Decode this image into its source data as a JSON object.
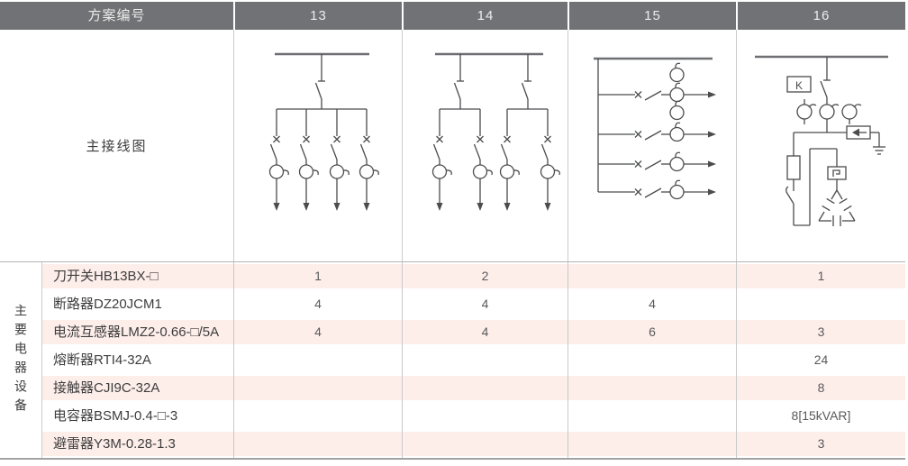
{
  "header": {
    "scheme_label": "方案编号",
    "schemes": [
      "13",
      "14",
      "15",
      "16"
    ]
  },
  "diagram": {
    "row_label": "主接线图",
    "scheme16_k_label": "K"
  },
  "equipment": {
    "group_label": "主要电器设备",
    "rows": [
      {
        "name": "刀开关HB13BX-□",
        "q": {
          "s13": "1",
          "s14": "2",
          "s15": "",
          "s16": "1"
        }
      },
      {
        "name": "断路器DZ20JCM1",
        "q": {
          "s13": "4",
          "s14": "4",
          "s15": "4",
          "s16": ""
        }
      },
      {
        "name": "电流互感器LMZ2-0.66-□/5A",
        "q": {
          "s13": "4",
          "s14": "4",
          "s15": "6",
          "s16": "3"
        }
      },
      {
        "name": "熔断器RTI4-32A",
        "q": {
          "s13": "",
          "s14": "",
          "s15": "",
          "s16": "24"
        }
      },
      {
        "name": "接触器CJI9C-32A",
        "q": {
          "s13": "",
          "s14": "",
          "s15": "",
          "s16": "8"
        }
      },
      {
        "name": "电容器BSMJ-0.4-□-3",
        "q": {
          "s13": "",
          "s14": "",
          "s15": "",
          "s16": "8[15kVAR]"
        }
      },
      {
        "name": "避雷器Y3M-0.28-1.3",
        "q": {
          "s13": "",
          "s14": "",
          "s15": "",
          "s16": "3"
        }
      }
    ]
  },
  "colors": {
    "header_bg": "#717275",
    "header_text": "#ececec",
    "row_stripe_pink": "#fdeeea",
    "diagram_line": "#4b4c4e",
    "grid_line": "#c9c9c9"
  }
}
